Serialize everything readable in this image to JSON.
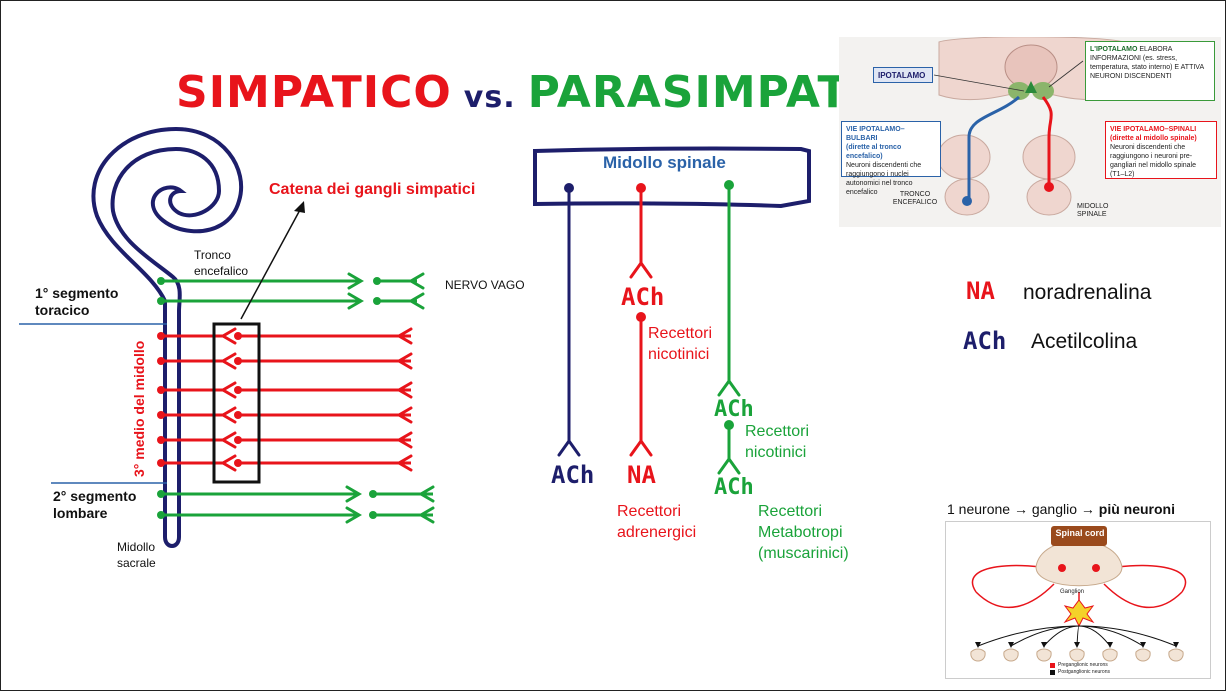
{
  "title": {
    "simpatico": "SIMPATICO",
    "vs": "vs.",
    "parasimpatico": "PARASIMPATICO"
  },
  "left_diagram": {
    "catena": "Catena dei gangli simpatici",
    "tronco": "Tronco encefalico",
    "nervo_vago": "NERVO VAGO",
    "seg1": "1° segmento toracico",
    "terzo_medio": "3° medio del midollo",
    "seg2": "2° segmento lombare",
    "sacrale": "Midollo sacrale"
  },
  "middle_diagram": {
    "midollo": "Midollo spinale",
    "ach_navy": "ACh",
    "ach_red": "ACh",
    "na_red": "NA",
    "ach_green_1": "ACh",
    "ach_green_2": "ACh",
    "rec_nicotinici_red": "Recettori nicotinici",
    "rec_nicotinici_green": "Recettori nicotinici",
    "rec_adrenergici": "Recettori adrenergici",
    "rec_metabotropi": "Recettori Metabotropi (muscarinici)"
  },
  "legend": [
    {
      "symbol": "NA",
      "text": "noradrenalina",
      "color": "#e8141b"
    },
    {
      "symbol": "ACh",
      "text": "Acetilcolina",
      "color": "#1d1e6b"
    }
  ],
  "hypothalamus_panel": {
    "ipotalamo": "IPOTALAMO",
    "info_strong": "L'IPOTALAMO",
    "info_rest": " ELABORA INFORMAZIONI (es. stress, temperatura, stato interno) E ATTIVA NEURONI DISCENDENTI",
    "bulbari_title": "VIE IPOTALAMO–BULBARI",
    "bulbari_sub": "(dirette al tronco encefalico)",
    "bulbari_text": "Neuroni discendenti che raggiungono i nuclei autonomici nel tronco encefalico",
    "spinali_title": "VIE IPOTALAMO–SPINALI",
    "spinali_sub": "(dirette al midollo spinale)",
    "spinali_text": "Neuroni discendenti che raggiungono i neuroni pre-gangliari nel midollo spinale (T1–L2)",
    "tronco": "TRONCO ENCEFALICO",
    "midollo": "MIDOLLO SPINALE"
  },
  "divergence": {
    "caption_a": "1 neurone → ganglio → ",
    "caption_b": "più neuroni",
    "spinal_cord": "Spinal cord",
    "ganglion": "Ganglion",
    "pre": "Preganglionic neurons",
    "post": "Postganglionic neurons"
  },
  "colors": {
    "red": "#e8141b",
    "green": "#1aa33a",
    "navy": "#1d1e6b",
    "blue": "#2a62a8"
  }
}
